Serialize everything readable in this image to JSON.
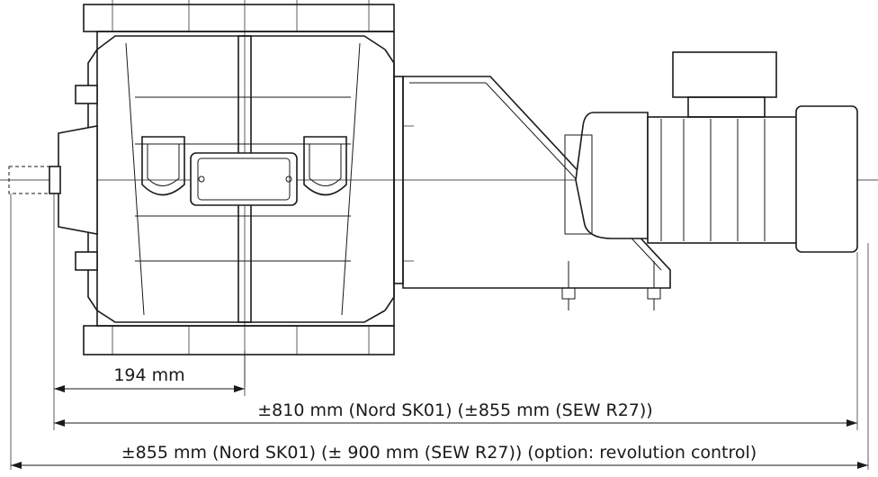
{
  "dimensions": {
    "shaft_center": "194 mm",
    "overall_standard": "±810 mm (Nord SK01)  (±855 mm (SEW R27))",
    "overall_option": "±855 mm (Nord SK01) (± 900 mm (SEW R27))  (option:  revolution control)"
  }
}
